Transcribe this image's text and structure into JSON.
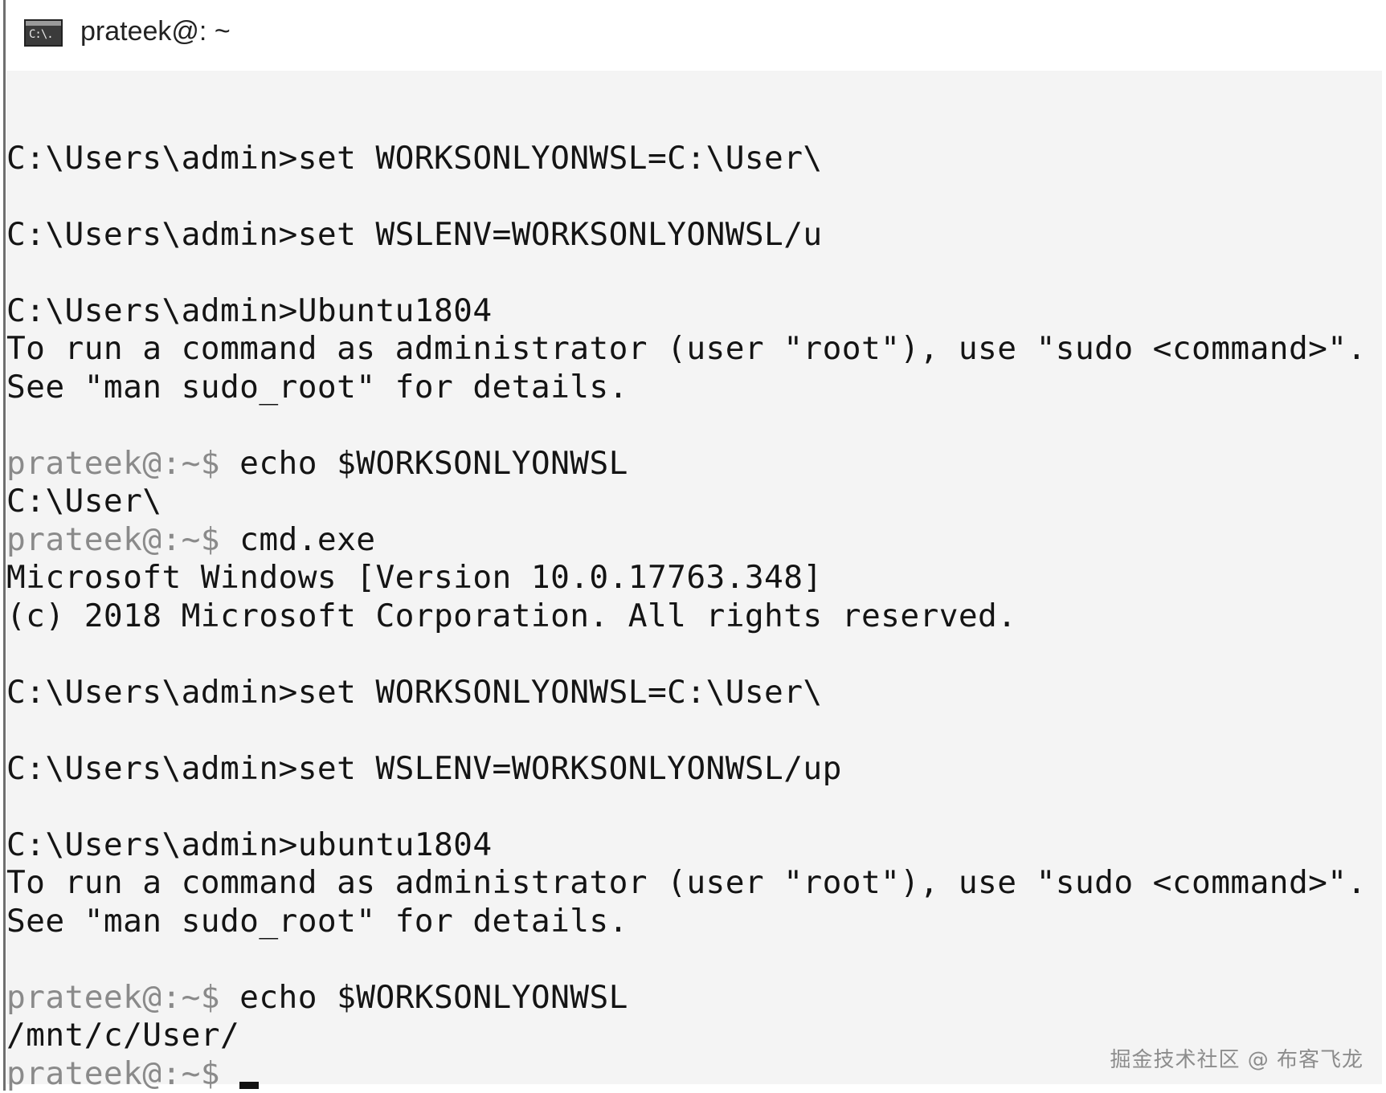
{
  "window": {
    "title": "prateek@: ~",
    "icon": "console-icon",
    "icon_glyph": "C:\\."
  },
  "terminal": {
    "prompt": "prateek@:~$",
    "lines": [
      {
        "type": "blank"
      },
      {
        "type": "output",
        "text": "C:\\Users\\admin>set WORKSONLYONWSL=C:\\User\\"
      },
      {
        "type": "blank"
      },
      {
        "type": "output",
        "text": "C:\\Users\\admin>set WSLENV=WORKSONLYONWSL/u"
      },
      {
        "type": "blank"
      },
      {
        "type": "output",
        "text": "C:\\Users\\admin>Ubuntu1804"
      },
      {
        "type": "output",
        "text": "To run a command as administrator (user \"root\"), use \"sudo <command>\"."
      },
      {
        "type": "output",
        "text": "See \"man sudo_root\" for details."
      },
      {
        "type": "blank"
      },
      {
        "type": "prompt",
        "command": " echo $WORKSONLYONWSL"
      },
      {
        "type": "output",
        "text": "C:\\User\\"
      },
      {
        "type": "prompt",
        "command": " cmd.exe"
      },
      {
        "type": "output",
        "text": "Microsoft Windows [Version 10.0.17763.348]"
      },
      {
        "type": "output",
        "text": "(c) 2018 Microsoft Corporation. All rights reserved."
      },
      {
        "type": "blank"
      },
      {
        "type": "output",
        "text": "C:\\Users\\admin>set WORKSONLYONWSL=C:\\User\\"
      },
      {
        "type": "blank"
      },
      {
        "type": "output",
        "text": "C:\\Users\\admin>set WSLENV=WORKSONLYONWSL/up"
      },
      {
        "type": "blank"
      },
      {
        "type": "output",
        "text": "C:\\Users\\admin>ubuntu1804"
      },
      {
        "type": "output",
        "text": "To run a command as administrator (user \"root\"), use \"sudo <command>\"."
      },
      {
        "type": "output",
        "text": "See \"man sudo_root\" for details."
      },
      {
        "type": "blank"
      },
      {
        "type": "prompt",
        "command": " echo $WORKSONLYONWSL"
      },
      {
        "type": "output",
        "text": "/mnt/c/User/"
      },
      {
        "type": "prompt",
        "command": " ",
        "cursor": true
      }
    ]
  },
  "watermark": "掘金技术社区 @ 布客飞龙",
  "colors": {
    "prompt": "#8a8a8a",
    "text": "#141414",
    "background": "#f4f4f4"
  }
}
